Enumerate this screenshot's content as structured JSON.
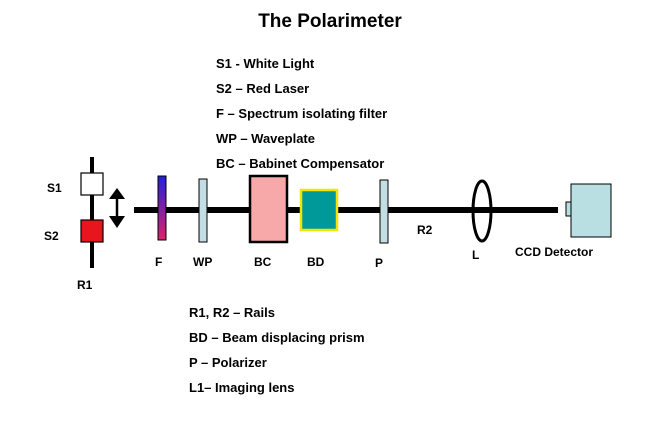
{
  "title": "The Polarimeter",
  "legend_top": [
    "S1 -  White Light",
    "S2 – Red Laser",
    "F – Spectrum isolating filter",
    "WP – Waveplate",
    "BC – Babinet Compensator"
  ],
  "legend_bottom": [
    "R1, R2 – Rails",
    "BD – Beam displacing prism",
    "P – Polarizer",
    "L1– Imaging lens"
  ],
  "labels": {
    "s1": "S1",
    "s2": "S2",
    "r1": "R1",
    "f": "F",
    "wp": "WP",
    "bc": "BC",
    "bd": "BD",
    "p": "P",
    "r2": "R2",
    "l": "L",
    "ccd": "CCD Detector"
  },
  "colors": {
    "s2_laser": "#e8141e",
    "filter_top": "#2020e0",
    "filter_bottom": "#e0206a",
    "waveplate": "#c4dde3",
    "babinet": "#f7a8a8",
    "bd_fill": "#009999",
    "bd_border": "#f2e600",
    "polarizer": "#c4dde3",
    "detector": "#b9dfe3"
  }
}
